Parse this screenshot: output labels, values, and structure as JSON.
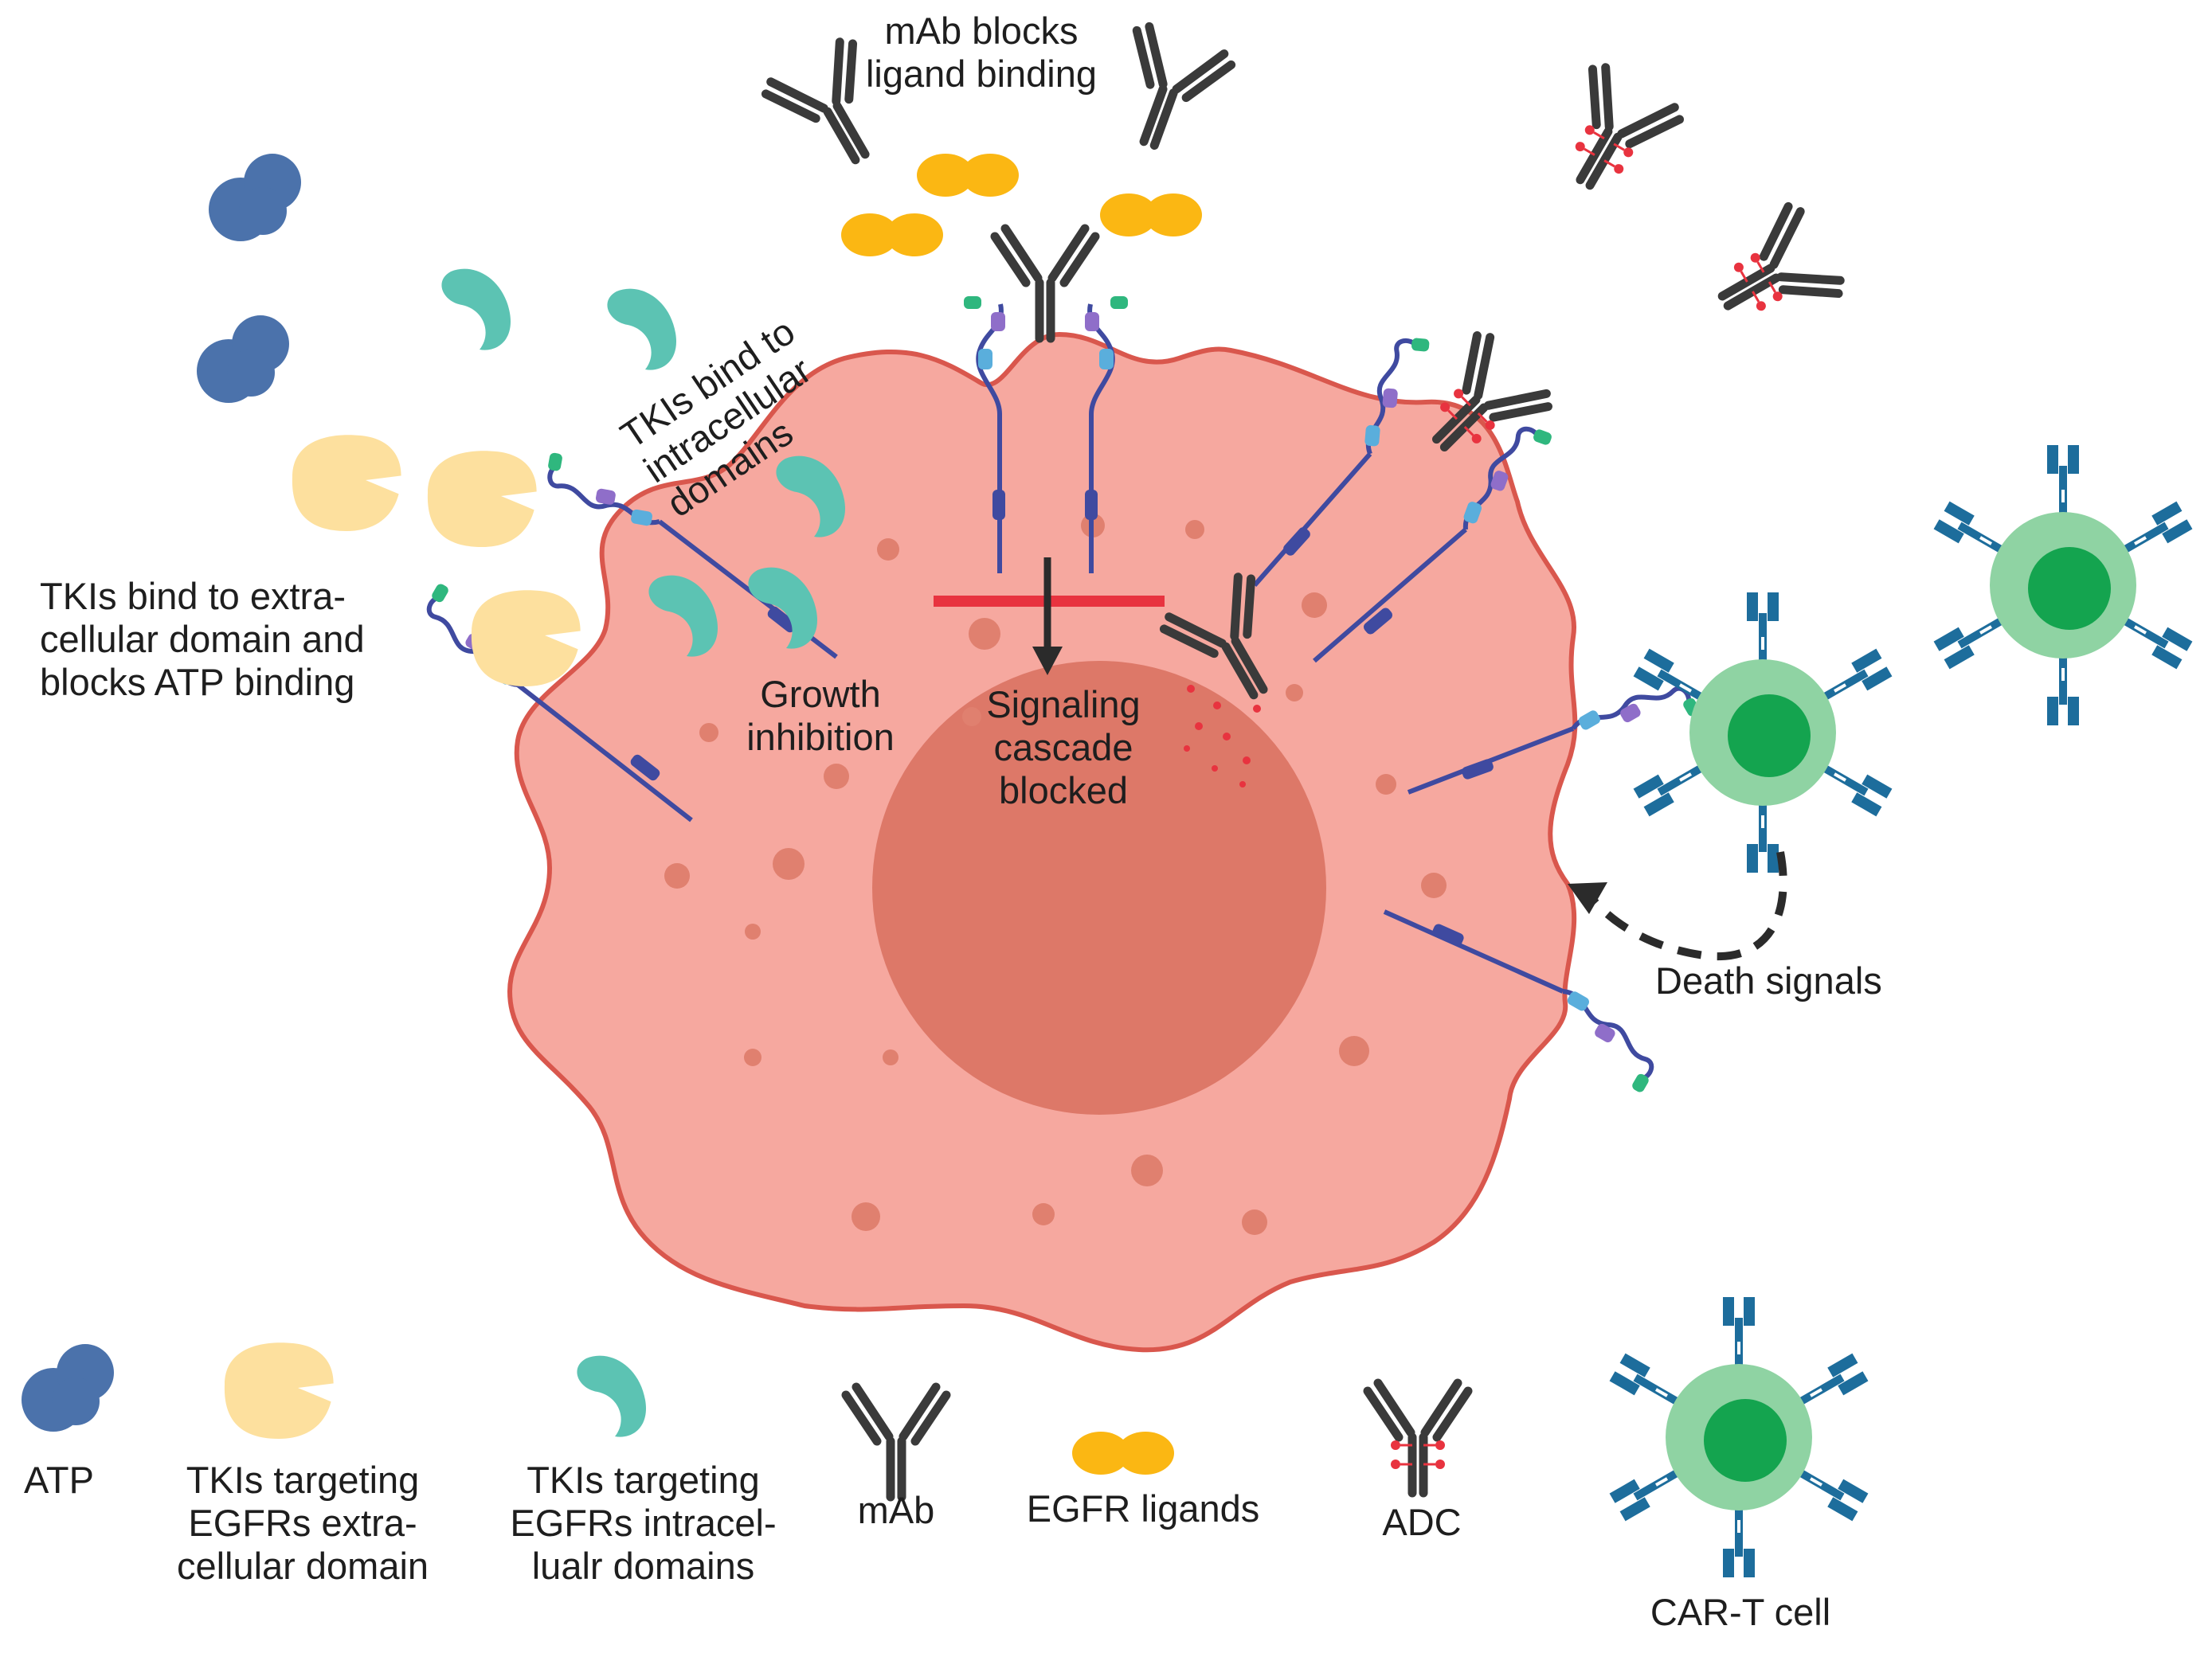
{
  "labels": {
    "mab_blocks": "mAb blocks\nligand binding",
    "tki_intracellular": "TKIs bind to\nintracellular\ndomains",
    "tki_extracellular": "TKIs bind to extra-\ncellular domain and\nblocks ATP binding",
    "growth_inhibition": "Growth\ninhibition",
    "signaling_blocked": "Signaling\ncascade\nblocked",
    "death_signals": "Death signals"
  },
  "legend": {
    "atp": "ATP",
    "tki_extra": "TKIs targeting\nEGFRs extra-\ncellular domain",
    "tki_intra": "TKIs targeting\nEGFRs intracel-\nlualr domains",
    "mab": "mAb",
    "egfr_ligands": "EGFR ligands",
    "adc": "ADC",
    "car_t": "CAR-T cell"
  },
  "colors": {
    "cell_fill": "#f6a89f",
    "cell_border": "#d9574d",
    "nucleus": "#dd7868",
    "granule": "#e0806f",
    "atp": "#4b72ab",
    "tki_extra": "#fde09e",
    "tki_intra": "#5cc3b3",
    "ligand": "#fbb713",
    "antibody": "#3a3a3a",
    "payload": "#e8333f",
    "car_t_outer": "#8fd3a3",
    "car_t_inner": "#14a44f",
    "car_receptor": "#1d6d9c",
    "block_bar": "#e8333f",
    "receptor": "#3f4aa0"
  }
}
